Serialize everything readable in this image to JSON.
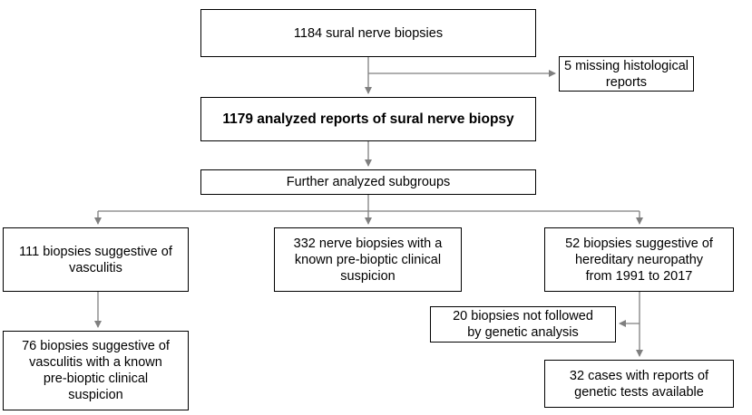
{
  "flowchart": {
    "total_biopsies": "1184 sural nerve biopsies",
    "missing_reports": [
      "5 missing histological",
      "reports"
    ],
    "analyzed_reports": "1179 analyzed reports of sural nerve biopsy",
    "subgroups": "Further analyzed subgroups",
    "vasculitis": [
      "111 biopsies suggestive of",
      "vasculitis"
    ],
    "known_suspicion": [
      "332 nerve biopsies with a",
      "known pre-bioptic clinical",
      "suspicion"
    ],
    "hereditary": [
      "52 biopsies suggestive of",
      "hereditary neuropathy",
      "from 1991 to 2017"
    ],
    "vasculitis_known": [
      "76 biopsies suggestive of",
      "vasculitis with a known",
      "pre-bioptic clinical",
      "suspicion"
    ],
    "not_followed": [
      "20 biopsies not followed",
      "by genetic analysis"
    ],
    "genetic_cases": [
      "32 cases with reports of",
      "genetic tests available"
    ]
  },
  "colors": {
    "line": "#7f7f7f",
    "border": "#000000"
  }
}
